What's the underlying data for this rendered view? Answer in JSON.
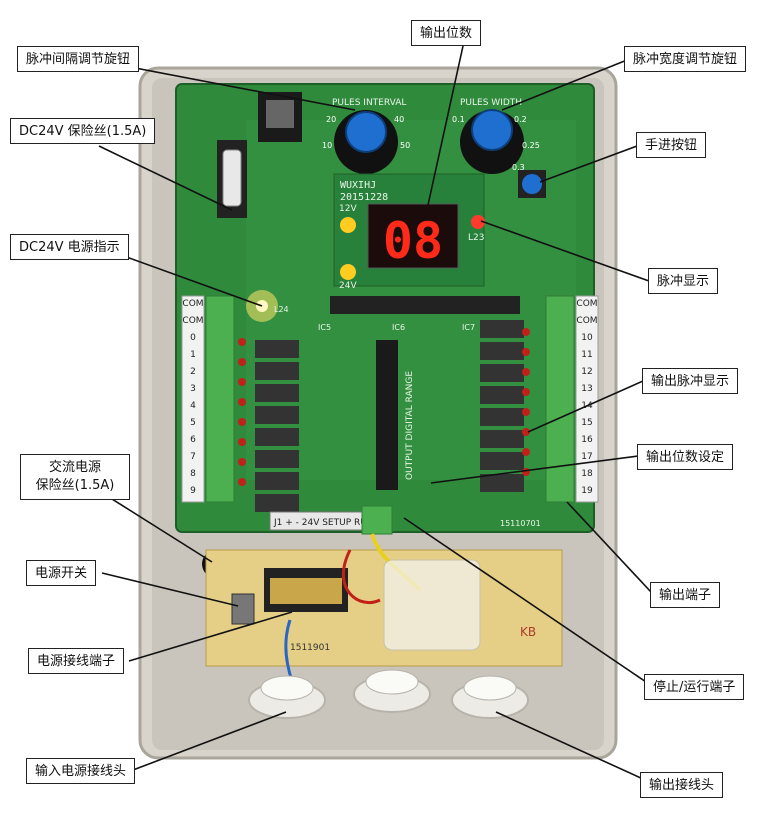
{
  "callouts": {
    "pulse_count": "输出位数",
    "pulse_interval_knob": "脉冲间隔调节旋钮",
    "pulse_width_knob": "脉冲宽度调节旋钮",
    "dc_fuse": "DC24V 保险丝(1.5A)",
    "manual_button": "手进按钮",
    "dc_power_indicator": "DC24V 电源指示",
    "pulse_display": "脉冲显示",
    "output_pulse_display": "输出脉冲显示",
    "output_count_setting": "输出位数设定",
    "ac_fuse_line1": "交流电源",
    "ac_fuse_line2": "保险丝(1.5A)",
    "power_switch": "电源开关",
    "output_terminal": "输出端子",
    "power_terminal": "电源接线端子",
    "stop_run_terminal": "停止/运行端子",
    "input_power_connector": "输入电源接线头",
    "output_connector": "输出接线头"
  },
  "board": {
    "display_digits": "08",
    "silk_brand": "WUXIHJ",
    "silk_date": "20151228",
    "silk_pulses_interval": "PULES INTERVAL",
    "silk_pulses_width": "PULES WIDTH",
    "silk_12v": "12V",
    "silk_24v": "24V",
    "silk_l23": "L23",
    "silk_l24": "L24",
    "silk_ic6": "IC6",
    "silk_ic7": "IC7",
    "silk_ic5": "IC5",
    "silk_output_range": "OUTPUT DIGITAL RANGE",
    "silk_bottom": "J1 + - 24V SETUP RUN",
    "silk_board_code": "15110701",
    "silk_psu": "1511901",
    "silk_kb": "KB",
    "knob_interval_ticks": [
      "20",
      "40",
      "10",
      "50"
    ],
    "knob_width_ticks": [
      "0.1",
      "0.2",
      "0.25",
      "0.3"
    ],
    "left_terminals": [
      "COM",
      "COM",
      "0",
      "1",
      "2",
      "3",
      "4",
      "5",
      "6",
      "7",
      "8",
      "9"
    ],
    "right_terminals": [
      "COM",
      "COM",
      "10",
      "11",
      "12",
      "13",
      "14",
      "15",
      "16",
      "17",
      "18",
      "19"
    ]
  }
}
